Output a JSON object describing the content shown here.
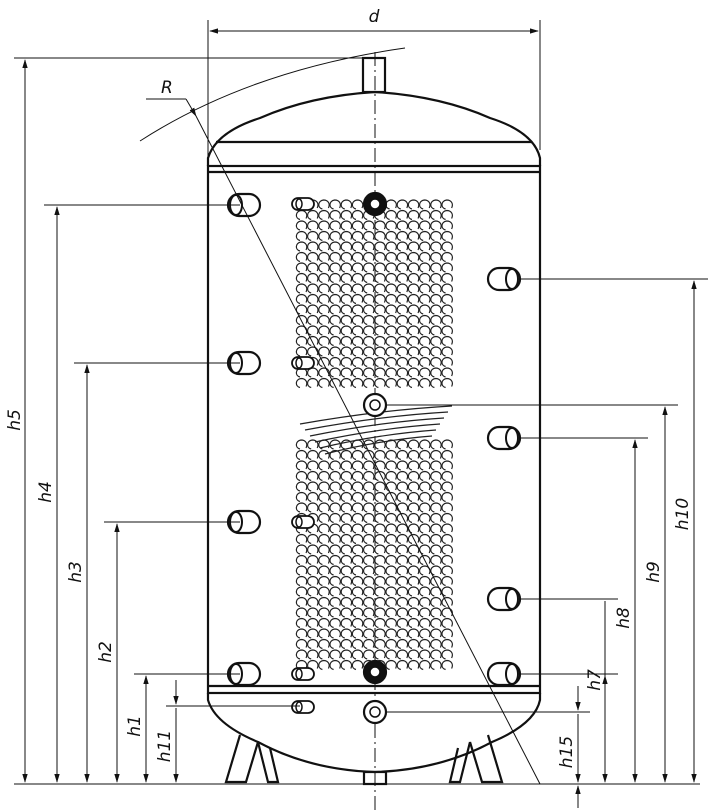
{
  "labels": {
    "d": "d",
    "R": "R",
    "h1": "h1",
    "h2": "h2",
    "h3": "h3",
    "h4": "h4",
    "h5": "h5",
    "h7": "h7",
    "h8": "h8",
    "h9": "h9",
    "h10": "h10",
    "h11": "h11",
    "h15": "h15"
  }
}
